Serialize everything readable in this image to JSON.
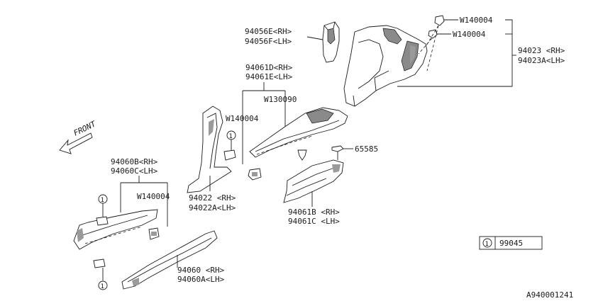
{
  "labels": {
    "p94056": [
      "94056E<RH>",
      "94056F<LH>"
    ],
    "w140004_top1": "W140004",
    "w140004_top2": "W140004",
    "p94023": [
      "94023 <RH>",
      "94023A<LH>"
    ],
    "p94061_de": [
      "94061D<RH>",
      "94061E<LH>"
    ],
    "w130090": "W130090",
    "w140004_mid": "W140004",
    "front": "FRONT",
    "p65585": "65585",
    "p94060_bc": [
      "94060B<RH>",
      "94060C<LH>"
    ],
    "w140004_low": "W140004",
    "p94022": [
      "94022 <RH>",
      "94022A<LH>"
    ],
    "p94061_bc": [
      "94061B <RH>",
      "94061C <LH>"
    ],
    "p94060": [
      "94060 <RH>",
      "94060A<LH>"
    ],
    "legend_ref": "1",
    "legend_part": "99045",
    "callout_ref": "1",
    "diagram_id": "A940001241"
  }
}
